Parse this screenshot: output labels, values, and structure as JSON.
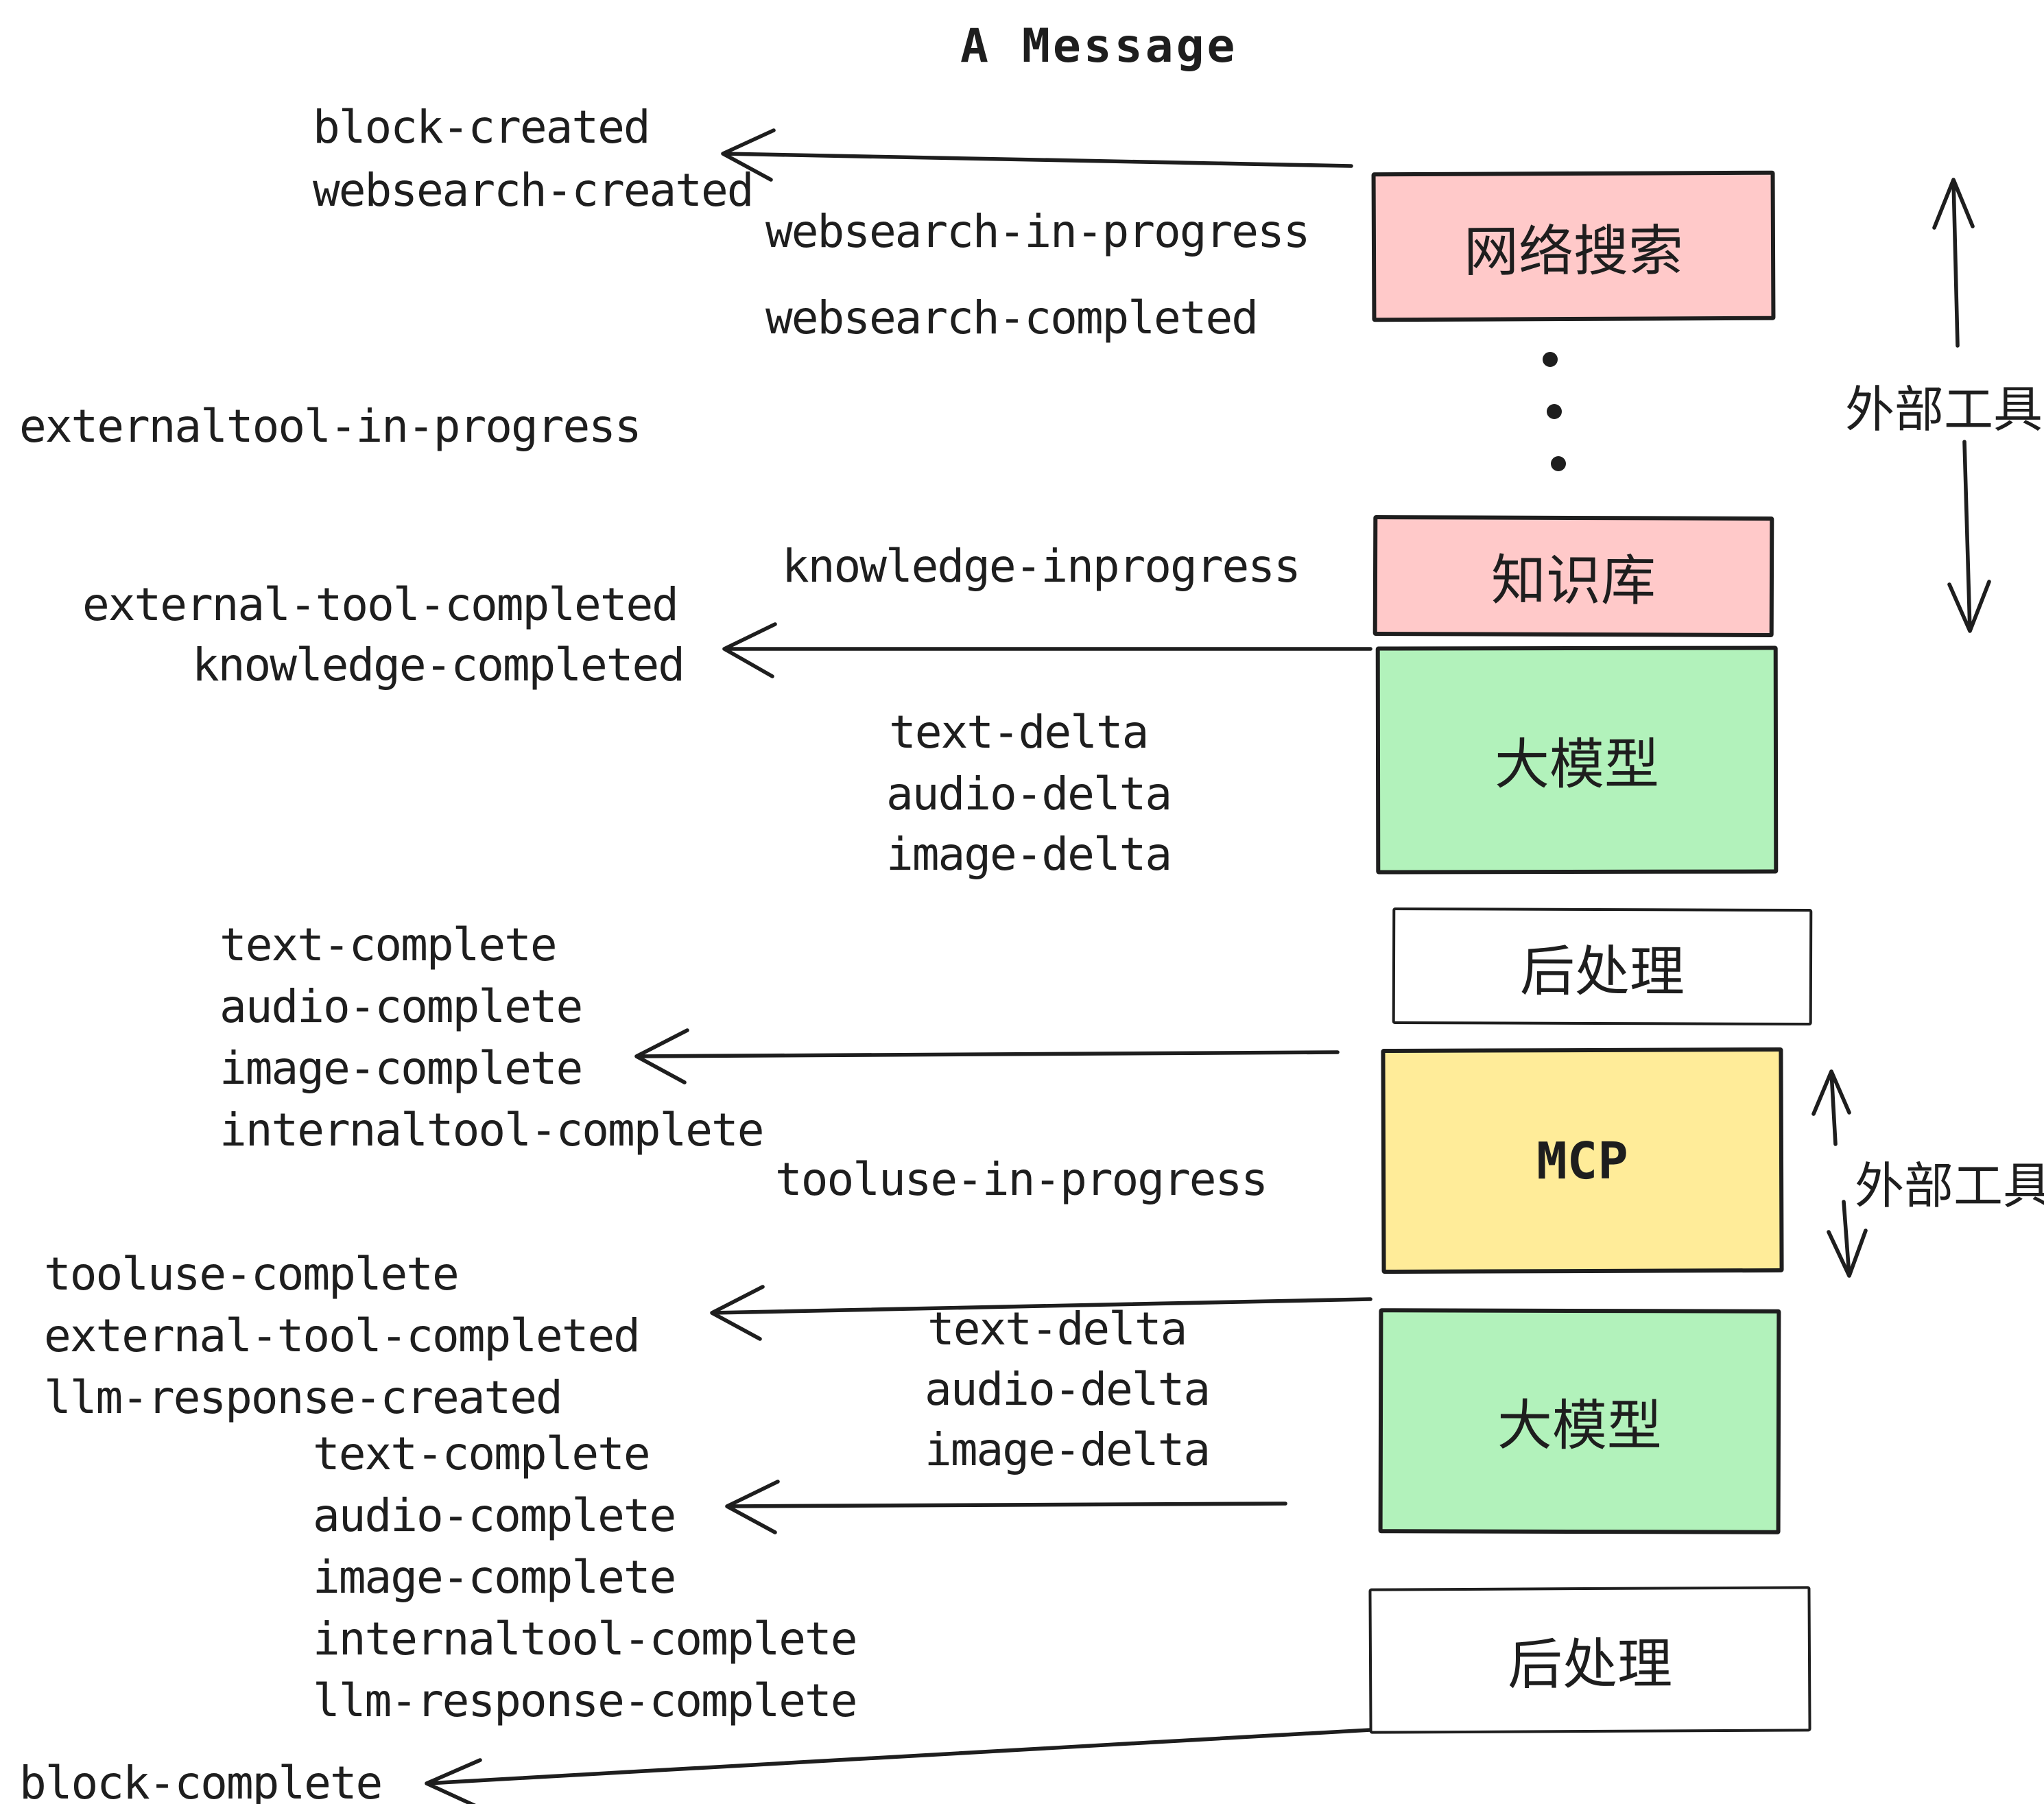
{
  "title": "A Message",
  "colors": {
    "ink": "#1e1e1e",
    "background": "#ffffff",
    "pink": "#ffc9c9",
    "green": "#b2f2bb",
    "yellow": "#ffec99",
    "white_box": "#ffffff"
  },
  "boxes": {
    "websearch": {
      "label": "网络搜索",
      "fill": "#ffc9c9"
    },
    "knowledge": {
      "label": "知识库",
      "fill": "#ffc9c9"
    },
    "llm1": {
      "label": "大模型",
      "fill": "#b2f2bb"
    },
    "post1": {
      "label": "后处理",
      "fill": "#ffffff"
    },
    "mcp": {
      "label": "MCP",
      "fill": "#ffec99"
    },
    "llm2": {
      "label": "大模型",
      "fill": "#b2f2bb"
    },
    "post2": {
      "label": "后处理",
      "fill": "#ffffff"
    }
  },
  "annotations": {
    "external_tool_top": "外部工具",
    "external_tool_bottom": "外部工具"
  },
  "events": {
    "block_created": "block-created",
    "websearch_created": "websearch-created",
    "websearch_in_progress": "websearch-in-progress",
    "websearch_completed": "websearch-completed",
    "externaltool_in_progress": "externaltool-in-progress",
    "knowledge_inprogress": "knowledge-inprogress",
    "external_tool_completed": "external-tool-completed",
    "knowledge_completed": "knowledge-completed",
    "text_delta": "text-delta",
    "audio_delta": "audio-delta",
    "image_delta": "image-delta",
    "text_complete": "text-complete",
    "audio_complete": "audio-complete",
    "image_complete": "image-complete",
    "internaltool_complete": "internaltool-complete",
    "tooluse_in_progress": "tooluse-in-progress",
    "tooluse_complete": "tooluse-complete",
    "llm_response_created": "llm-response-created",
    "llm_response_complete": "llm-response-complete",
    "block_complete": "block-complete"
  }
}
